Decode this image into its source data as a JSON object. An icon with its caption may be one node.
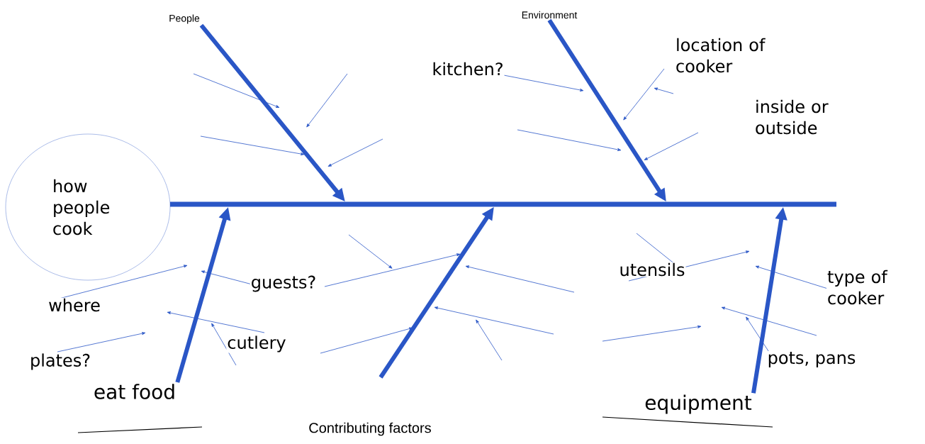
{
  "diagram": {
    "caption": "Contributing factors",
    "nodes": [
      {
        "text": [
          "how people cook"
        ]
      },
      {
        "text": [
          "People"
        ]
      },
      {
        "text": [
          "Environment"
        ]
      },
      {
        "text": [
          "eat food"
        ]
      },
      {
        "text": [
          "equipment"
        ]
      },
      {
        "text": [],
        "shape": "bar"
      }
    ],
    "edges": [
      {
        "from": 1,
        "to": 5,
        "arrow": "to"
      },
      {
        "from": 2,
        "to": 5,
        "arrow": "to"
      },
      {
        "from": 3,
        "to": 5,
        "arrow": "to"
      },
      {
        "from": null,
        "to": 5,
        "arrow": "to"
      },
      {
        "from": 4,
        "to": 5,
        "arrow": "to"
      }
    ],
    "labels": [
      "kitchen?",
      "location of cooker",
      "inside or outside",
      "guests?",
      "where",
      "plates?",
      "cutlery",
      "utensils",
      "type of cooker",
      "pots, pans"
    ]
  }
}
